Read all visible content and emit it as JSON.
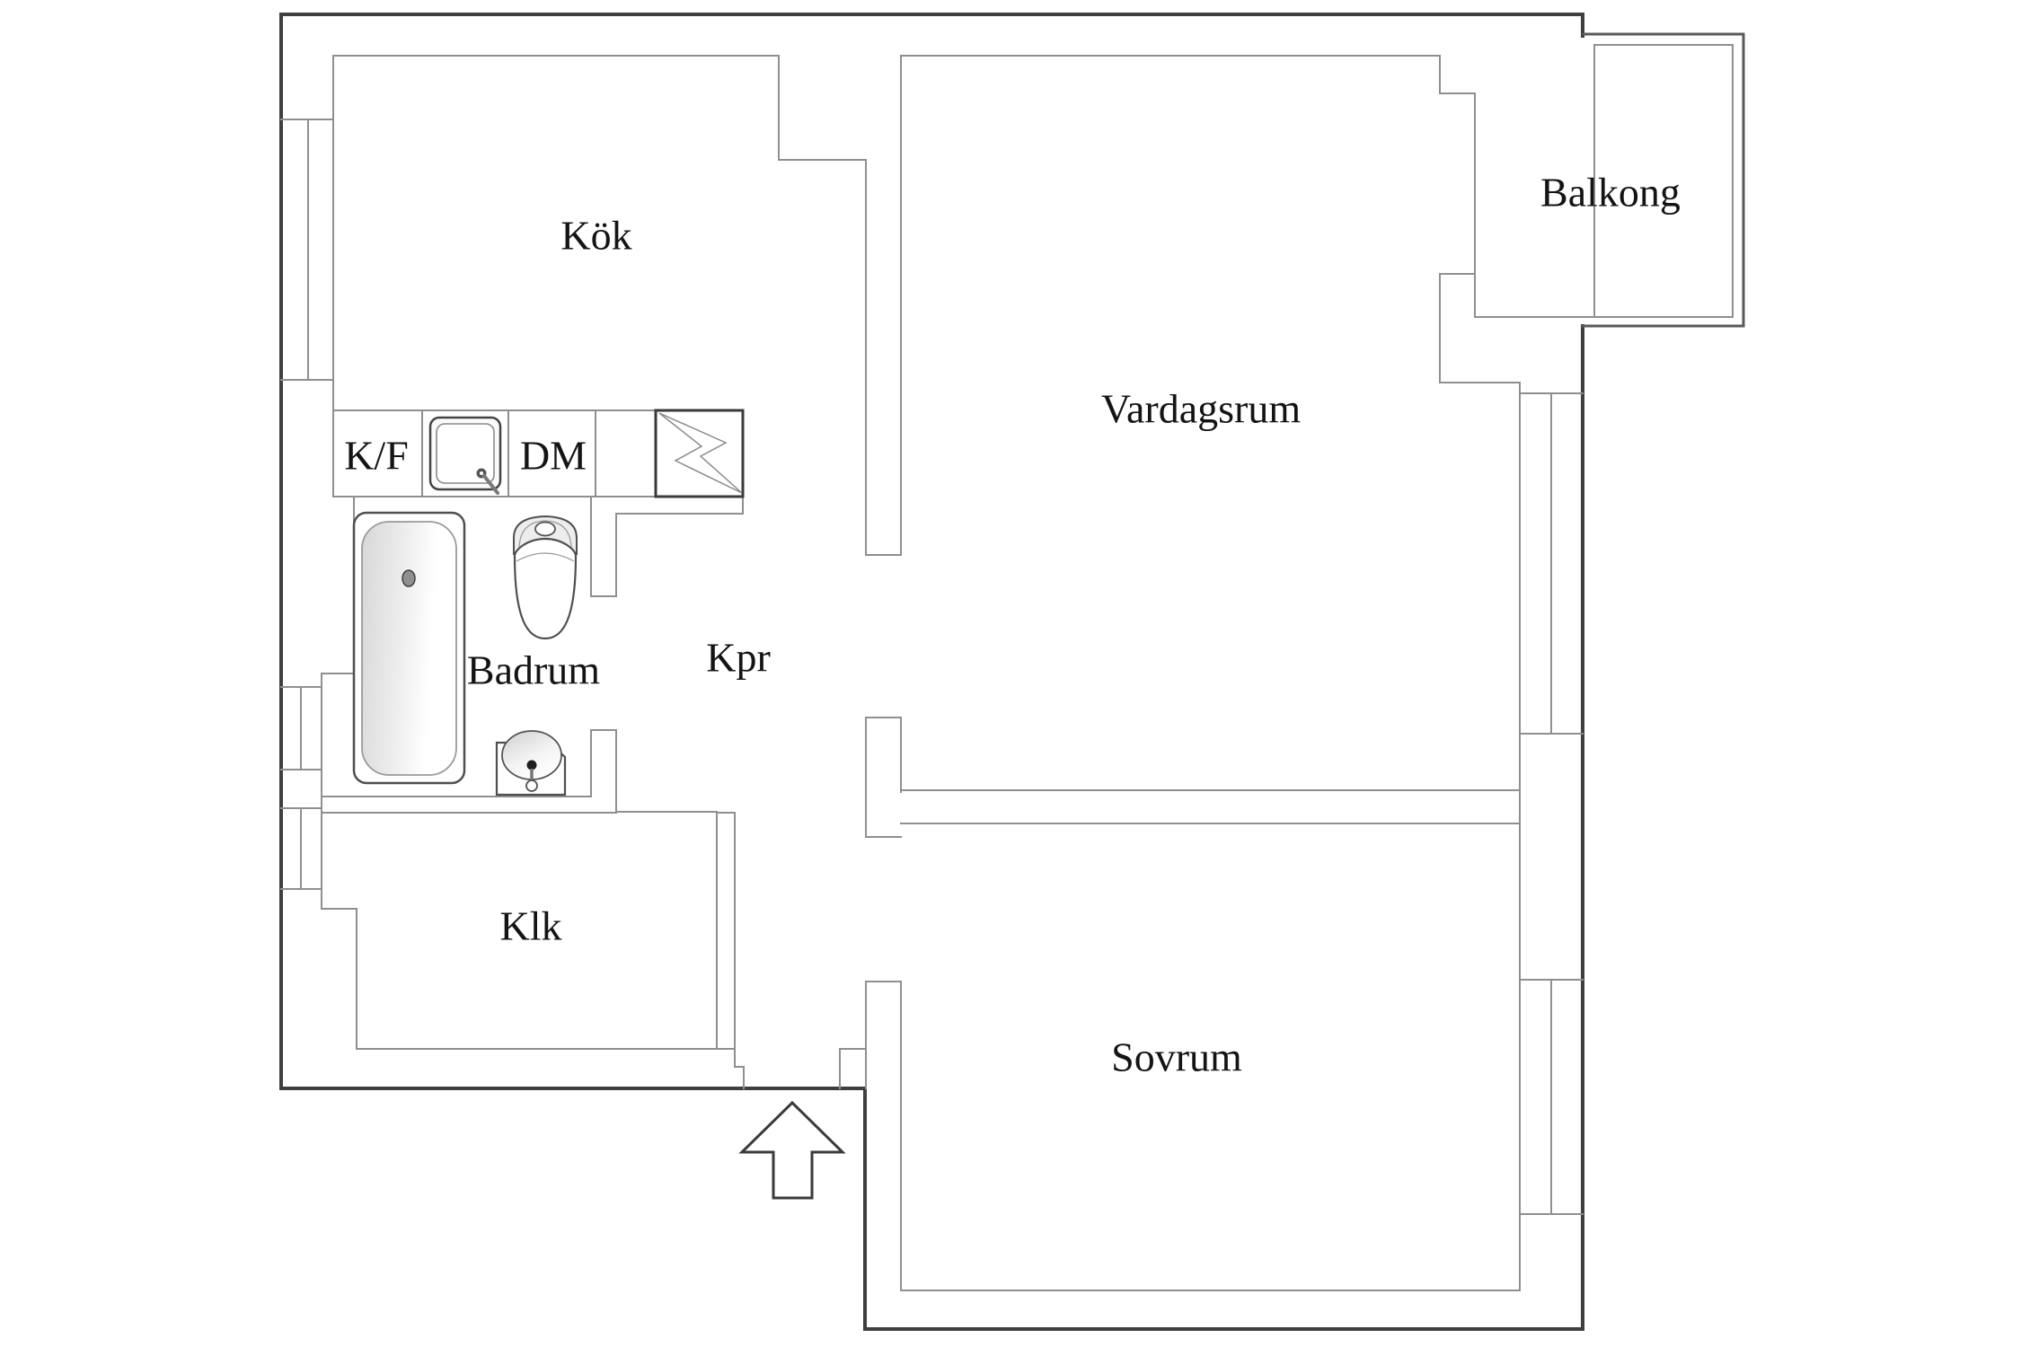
{
  "meta": {
    "type": "floor-plan",
    "language": "sv"
  },
  "rooms": {
    "kok": {
      "label": "Kök"
    },
    "vardagsrum": {
      "label": "Vardagsrum"
    },
    "balkong": {
      "label": "Balkong"
    },
    "badrum": {
      "label": "Badrum"
    },
    "kpr": {
      "label": "Kpr"
    },
    "klk": {
      "label": "Klk"
    },
    "sovrum": {
      "label": "Sovrum"
    }
  },
  "appliances": {
    "fridge_freezer": {
      "label": "K/F"
    },
    "dishwasher": {
      "label": "DM"
    }
  },
  "fixtures": [
    {
      "name": "stove-icon",
      "glyph": "lightning-bolt-square"
    },
    {
      "name": "kitchen-sink-icon",
      "glyph": "rounded-basin"
    },
    {
      "name": "bathtub-icon",
      "glyph": "bathtub"
    },
    {
      "name": "toilet-icon",
      "glyph": "toilet"
    },
    {
      "name": "washbasin-icon",
      "glyph": "oval-basin"
    },
    {
      "name": "entrance-arrow-icon",
      "glyph": "up-arrow"
    }
  ],
  "windows": [
    {
      "name": "kitchen-window",
      "wall": "left"
    },
    {
      "name": "badrum-window",
      "wall": "left"
    },
    {
      "name": "klk-window",
      "wall": "left"
    },
    {
      "name": "vardagsrum-window",
      "wall": "right"
    },
    {
      "name": "sovrum-window",
      "wall": "right"
    }
  ],
  "colors": {
    "outer_wall": "#3f3f3f",
    "inner_wall": "#8f8f8f",
    "fixture": "#4f4f4f",
    "text": "#141414",
    "shade": "#d9d9d9",
    "background": "#ffffff"
  }
}
